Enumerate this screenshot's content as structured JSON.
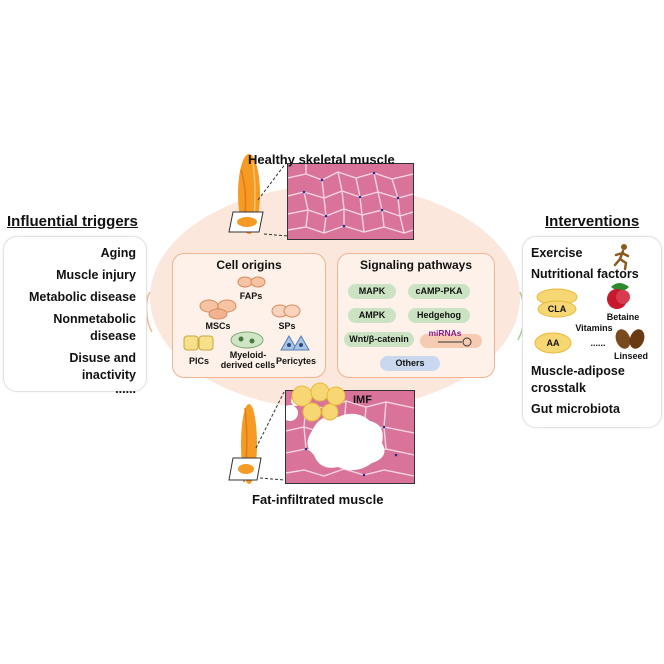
{
  "top_label": "Healthy skeletal muscle",
  "bottom_label": "Fat-infiltrated muscle",
  "imf_label": "IMF",
  "left_panel": {
    "title": "Influential triggers",
    "items": [
      "Aging",
      "Muscle injury",
      "Metabolic disease",
      "Nonmetabolic",
      "disease",
      "Disuse and",
      "inactivity",
      "......"
    ]
  },
  "right_panel": {
    "title": "Interventions",
    "exercise": "Exercise",
    "nutritional": "Nutritional factors",
    "cla": "CLA",
    "betaine": "Betaine",
    "vitamins": "Vitamins",
    "dots": "......",
    "aa": "AA",
    "linseed": "Linseed",
    "crosstalk_1": "Muscle-adipose",
    "crosstalk_2": "crosstalk",
    "gut": "Gut microbiota"
  },
  "cell_origins": {
    "title": "Cell origins",
    "faps": "FAPs",
    "mscs": "MSCs",
    "sps": "SPs",
    "pics": "PICs",
    "myeloid_1": "Myeloid-",
    "myeloid_2": "derived cells",
    "pericytes": "Pericytes"
  },
  "signaling": {
    "title": "Signaling pathways",
    "mapk": "MAPK",
    "camp": "cAMP-PKA",
    "ampk": "AMPK",
    "hedgehog": "Hedgehog",
    "wnt": "Wnt/β-catenin",
    "mirnas": "miRNAs",
    "others": "Others"
  },
  "colors": {
    "ellipse": "#fbe7db",
    "muscle_tissue": "#d9739a",
    "muscle_orange": "#f59a23",
    "fat_yellow": "#f7d774",
    "pill_green": "#cbe3c2",
    "pill_blue": "#c9d8ee",
    "mirna_text": "#8a1a8a"
  }
}
